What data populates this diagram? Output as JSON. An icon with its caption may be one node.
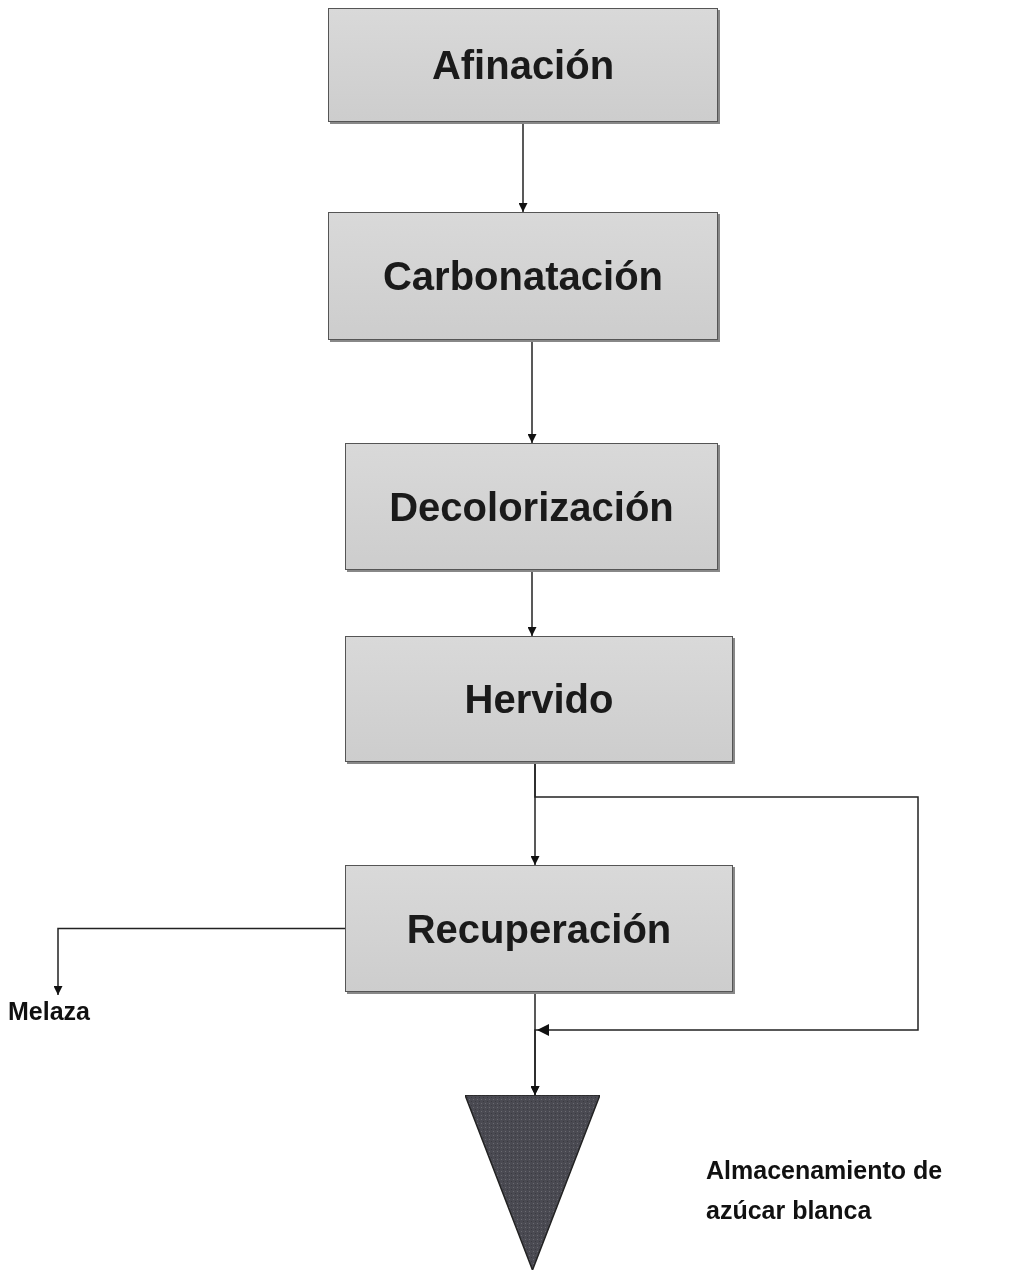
{
  "diagram": {
    "nodes": [
      {
        "text": [
          "Afinación"
        ]
      },
      {
        "text": [
          "Carbonatación"
        ]
      },
      {
        "text": [
          "Decolorización"
        ]
      },
      {
        "text": [
          "Hervido"
        ]
      },
      {
        "text": [
          "Recuperación"
        ]
      },
      {
        "text": [
          "Melaza"
        ]
      },
      {
        "text": [],
        "shape": "triangle"
      }
    ],
    "labels": [
      "Almacenamiento de azúcar blanca"
    ],
    "edges": [
      {
        "from": 0,
        "to": 1,
        "arrow": "to"
      },
      {
        "from": 1,
        "to": 2,
        "arrow": "to"
      },
      {
        "from": 2,
        "to": 3,
        "arrow": "to"
      },
      {
        "from": 3,
        "to": 4,
        "arrow": "to"
      },
      {
        "from": 4,
        "to": 5,
        "arrow": "to"
      },
      {
        "from": 4,
        "to": 6,
        "arrow": "to"
      },
      {
        "from": 3,
        "to": 6,
        "arrow": "to"
      }
    ]
  }
}
